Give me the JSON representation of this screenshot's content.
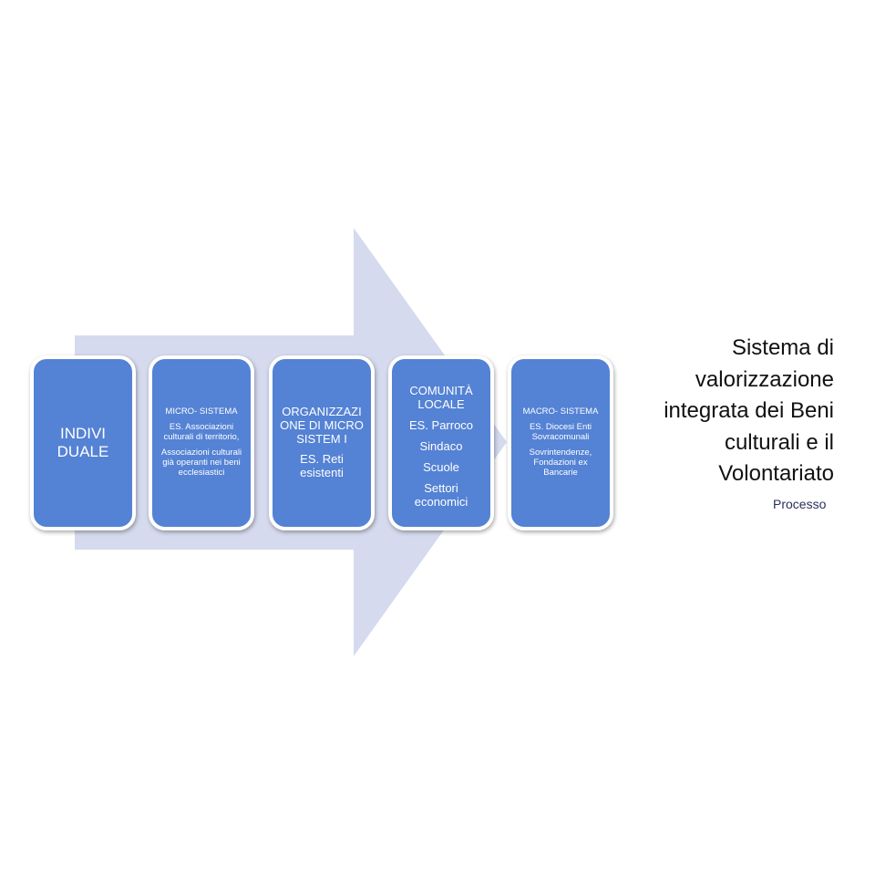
{
  "colors": {
    "arrow": "#d5daee",
    "box": "#5482d4",
    "text": "#ffffff"
  },
  "steps": [
    {
      "heading": "INDIVI DUALE",
      "lines": []
    },
    {
      "heading": "MICRO- SISTEMA",
      "lines": [
        "ES. Associazioni culturali di territorio,",
        "Associazioni culturali già operanti nei beni ecclesiastici"
      ]
    },
    {
      "heading": "ORGANIZZAZI ONE DI MICROSISTEM I",
      "lines": [
        "ES. Reti esistenti"
      ]
    },
    {
      "heading": "COMUNITÀ LOCALE",
      "lines": [
        "ES. Parroco",
        "Sindaco",
        "Scuole",
        "Settori economici"
      ]
    },
    {
      "heading": "MACRO- SISTEMA",
      "lines": [
        "ES. Diocesi Enti Sovracomunali",
        "Sovrintendenze, Fondazioni ex Bancarie"
      ]
    }
  ],
  "title": "Sistema di valorizzazione integrata dei Beni culturali e il Volontariato",
  "subtitle": "Processo"
}
